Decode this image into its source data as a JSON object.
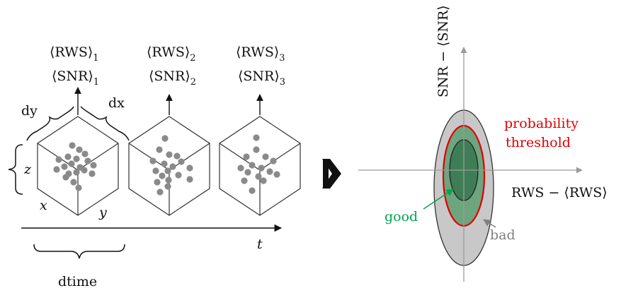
{
  "cubes": [
    {
      "rws_label": "⟨RWS⟩",
      "rws_sub": "1",
      "snr_label": "⟨SNR⟩",
      "snr_sub": "1"
    },
    {
      "rws_label": "⟨RWS⟩",
      "rws_sub": "2",
      "snr_label": "⟨SNR⟩",
      "snr_sub": "2"
    },
    {
      "rws_label": "⟨RWS⟩",
      "rws_sub": "3",
      "snr_label": "⟨SNR⟩",
      "snr_sub": "3"
    }
  ],
  "cube_labels": {
    "dy": "dy",
    "dx": "dx",
    "z": "z",
    "x": "x",
    "y": "y"
  },
  "time_axis": {
    "label": "t",
    "bracket_label": "dtime"
  },
  "plot": {
    "y_axis_label": "SNR − ⟨SNR⟩",
    "x_axis_label": "RWS − ⟨RWS⟩",
    "threshold_label_line1": "probability",
    "threshold_label_line2": "threshold",
    "good_label": "good",
    "bad_label": "bad"
  },
  "colors": {
    "outer_region": "#c8c8c8",
    "threshold": "#e00000",
    "good_fill": "#6da57e",
    "core_fill": "#3f7d57",
    "good_text": "#00a651",
    "bad_text": "#808080",
    "dots": "#8a8a8a",
    "threshold_text": "#e00000"
  }
}
